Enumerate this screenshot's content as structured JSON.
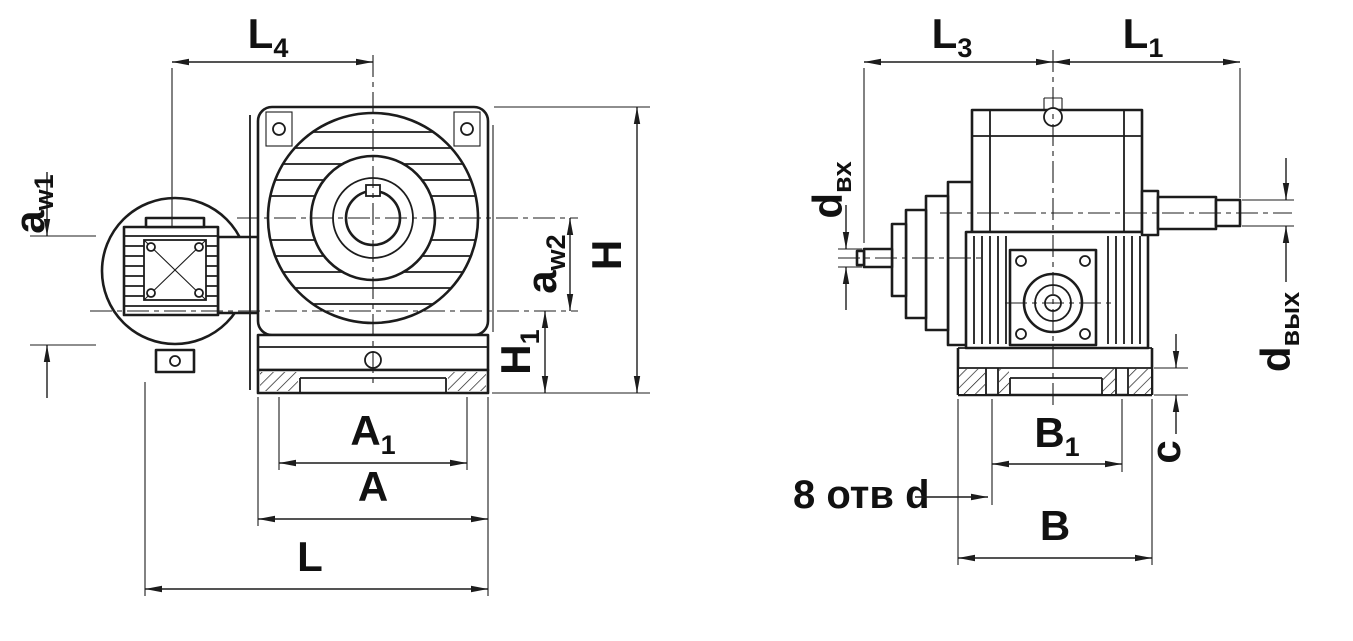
{
  "drawing": {
    "kind": "technical-drawing",
    "subject": "worm gear reducer, two projection views",
    "background": "#ffffff",
    "line_color": "#1c1c1c"
  },
  "front_view": {
    "name": "front view",
    "labels": {
      "L4": {
        "main": "L",
        "sub": "4"
      },
      "aw1": {
        "main": "a",
        "sub": "w1"
      },
      "aw2": {
        "main": "a",
        "sub": "w2"
      },
      "H": {
        "main": "H",
        "sub": ""
      },
      "H1": {
        "main": "H",
        "sub": "1"
      },
      "A1": {
        "main": "A",
        "sub": "1"
      },
      "A": {
        "main": "A",
        "sub": ""
      },
      "L": {
        "main": "L",
        "sub": ""
      }
    }
  },
  "side_view": {
    "name": "side view",
    "labels": {
      "L3": {
        "main": "L",
        "sub": "3"
      },
      "L1": {
        "main": "L",
        "sub": "1"
      },
      "d_vh": {
        "main": "d",
        "sub": "вх"
      },
      "d_vyh": {
        "main": "d",
        "sub": "вых"
      },
      "B1": {
        "main": "B",
        "sub": "1"
      },
      "B": {
        "main": "B",
        "sub": ""
      },
      "c": {
        "main": "c",
        "sub": ""
      },
      "holes_note": {
        "main": "8 отв d",
        "sub": ""
      }
    }
  }
}
